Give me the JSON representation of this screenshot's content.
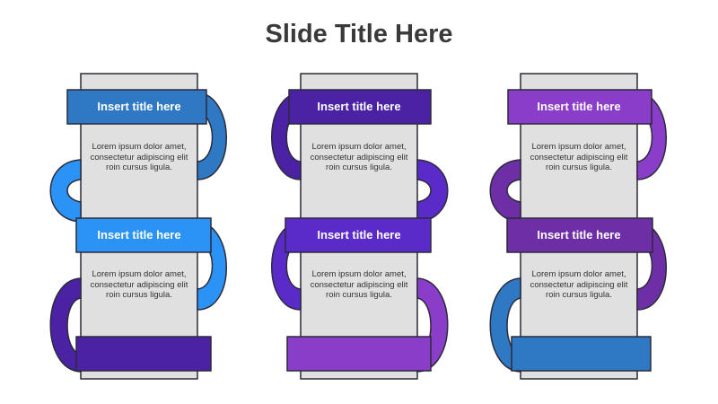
{
  "slide": {
    "title": "Slide Title Here"
  },
  "colors": {
    "panel": "#e0e0e0",
    "outline": "#2b2b3a",
    "blue": "#2f78c4",
    "bright_blue": "#2a93f5",
    "indigo": "#4a22a3",
    "violet": "#5b2bc9",
    "purple": "#8a3dc9",
    "plum": "#6e2fa6"
  },
  "columns": [
    {
      "ribbon_colors": [
        "#2f78c4",
        "#2a93f5",
        "#4a22a3"
      ],
      "steps": [
        {
          "title": "Insert title here",
          "text": "Lorem ipsum dolor amet, consectetur adipiscing elit roin cursus ligula."
        },
        {
          "title": "Insert title here",
          "text": "Lorem ipsum dolor amet, consectetur adipiscing elit roin cursus ligula."
        }
      ]
    },
    {
      "ribbon_colors": [
        "#4a22a3",
        "#5b2bc9",
        "#8a3dc9"
      ],
      "steps": [
        {
          "title": "Insert title here",
          "text": "Lorem ipsum dolor amet, consectetur adipiscing elit roin cursus ligula."
        },
        {
          "title": "Insert title here",
          "text": "Lorem ipsum dolor amet, consectetur adipiscing elit roin cursus ligula."
        }
      ]
    },
    {
      "ribbon_colors": [
        "#8a3dc9",
        "#6e2fa6",
        "#2f78c4"
      ],
      "steps": [
        {
          "title": "Insert title here",
          "text": "Lorem ipsum dolor amet, consectetur adipiscing elit roin cursus ligula."
        },
        {
          "title": "Insert title here",
          "text": "Lorem ipsum dolor amet, consectetur adipiscing elit roin cursus ligula."
        }
      ]
    }
  ]
}
